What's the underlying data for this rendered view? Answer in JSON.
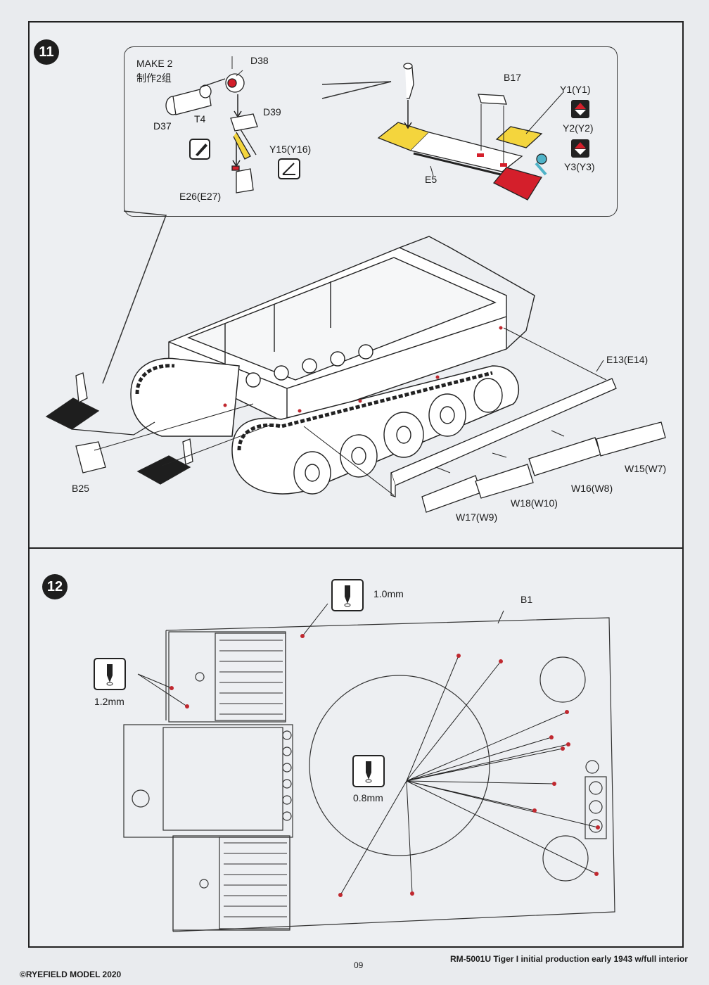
{
  "step11": {
    "number": "11",
    "make": "MAKE 2",
    "make_cn": "制作2组",
    "labels": {
      "d38": "D38",
      "t4": "T4",
      "d37": "D37",
      "d39": "D39",
      "y15": "Y15(Y16)",
      "e26": "E26(E27)",
      "b17": "B17",
      "y1": "Y1(Y1)",
      "y2": "Y2(Y2)",
      "y3": "Y3(Y3)",
      "e5": "E5",
      "e13": "E13(E14)",
      "w15": "W15(W7)",
      "w16": "W16(W8)",
      "w18": "W18(W10)",
      "w17": "W17(W9)",
      "b25": "B25"
    },
    "colors": {
      "yellow": "#f4d53d",
      "red": "#d41f2b",
      "cyan": "#4fb3c8",
      "marker": "#c0282f"
    }
  },
  "step12": {
    "number": "12",
    "labels": {
      "drill_10": "1.0mm",
      "drill_12": "1.2mm",
      "drill_08": "0.8mm",
      "b1": "B1"
    }
  },
  "footer": {
    "copyright": "©RYEFIELD MODEL 2020",
    "page": "09",
    "title": "RM-5001U Tiger I initial production early 1943 w/full interior"
  }
}
